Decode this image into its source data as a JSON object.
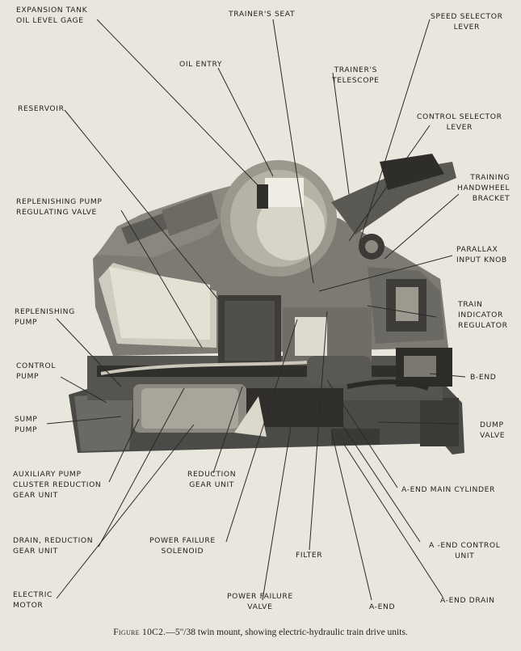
{
  "labels": {
    "expansion_tank": [
      "EXPANSION TANK",
      "OIL LEVEL GAGE"
    ],
    "trainers_seat": [
      "TRAINER'S SEAT"
    ],
    "speed_selector": [
      "SPEED SELECTOR",
      "LEVER"
    ],
    "oil_entry": [
      "OIL ENTRY"
    ],
    "trainers_telescope": [
      "TRAINER'S",
      "TELESCOPE"
    ],
    "reservoir": [
      "RESERVOIR"
    ],
    "control_selector": [
      "CONTROL SELECTOR",
      "LEVER"
    ],
    "training_handwheel": [
      "TRAINING",
      "HANDWHEEL",
      "BRACKET"
    ],
    "replenishing_pump_valve": [
      "REPLENISHING PUMP",
      "REGULATING VALVE"
    ],
    "parallax_knob": [
      "PARALLAX",
      "INPUT KNOB"
    ],
    "train_indicator": [
      "TRAIN",
      "INDICATOR",
      "REGULATOR"
    ],
    "replenishing_pump": [
      "REPLENISHING",
      "PUMP"
    ],
    "control_pump": [
      "CONTROL",
      "PUMP"
    ],
    "b_end": [
      "B-END"
    ],
    "sump_pump": [
      "SUMP",
      "PUMP"
    ],
    "dump_valve": [
      "DUMP",
      "VALVE"
    ],
    "aux_pump": [
      "AUXILIARY PUMP",
      "CLUSTER REDUCTION",
      "GEAR UNIT"
    ],
    "reduction_gear": [
      "REDUCTION",
      "GEAR UNIT"
    ],
    "a_end_main": [
      "A-END MAIN CYLINDER"
    ],
    "drain_reduction": [
      "DRAIN, REDUCTION",
      "GEAR UNIT"
    ],
    "power_failure_solenoid": [
      "POWER FAILURE",
      "SOLENOID"
    ],
    "filter": [
      "FILTER"
    ],
    "a_end_control": [
      "A -END CONTROL",
      "UNIT"
    ],
    "electric_motor": [
      "ELECTRIC",
      "MOTOR"
    ],
    "power_failure_valve": [
      "POWER FAILURE",
      "VALVE"
    ],
    "a_end": [
      "A-END"
    ],
    "a_end_drain": [
      "A-END DRAIN"
    ]
  },
  "caption": {
    "figure": "Figure 10C2.",
    "text": "—5\"/38 twin mount, showing electric-hydraulic train drive units."
  }
}
